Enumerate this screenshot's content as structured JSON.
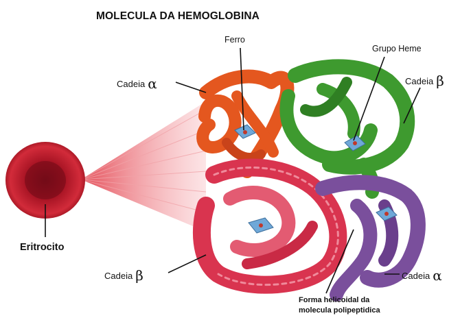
{
  "title": "MOLECULA DA HEMOGLOBINA",
  "labels": {
    "ferro": "Ferro",
    "grupo_heme": "Grupo Heme",
    "cadeia": "Cadeia",
    "alpha": "α",
    "beta": "β",
    "eritrocito": "Eritrocito",
    "forma_line1": "Forma helicoidal da",
    "forma_line2": "molecula polipeptidica"
  },
  "colors": {
    "alpha_chain_top": "#e4571f",
    "beta_chain_top": "#3e9a2f",
    "beta_chain_bottom": "#d9344f",
    "alpha_chain_bottom": "#7a4f9c",
    "heme": "#6fa8d8",
    "iron": "#c0392b",
    "erythrocyte": "#b01020"
  }
}
